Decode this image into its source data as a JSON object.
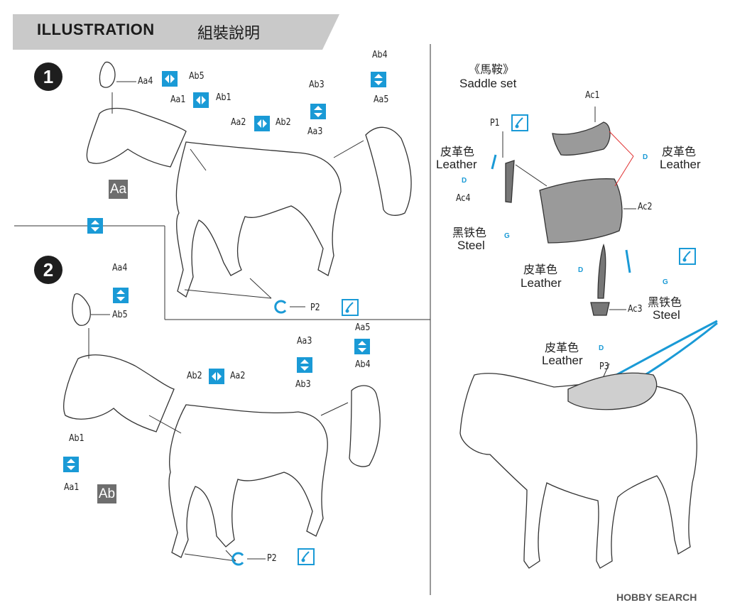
{
  "header": {
    "title_en": "ILLUSTRATION",
    "title_cn": "組裝說明"
  },
  "steps": [
    {
      "number": "1"
    },
    {
      "number": "2"
    }
  ],
  "step1": {
    "sprue": "Aa",
    "labels": {
      "aa4": "Aa4",
      "ab5": "Ab5",
      "aa1": "Aa1",
      "ab1": "Ab1",
      "aa2": "Aa2",
      "ab2": "Ab2",
      "ab3": "Ab3",
      "aa3": "Aa3",
      "ab4": "Ab4",
      "aa5": "Aa5",
      "p2": "P2"
    }
  },
  "step2": {
    "sprue": "Ab",
    "labels": {
      "aa4": "Aa4",
      "ab5": "Ab5",
      "ab2": "Ab2",
      "aa2": "Aa2",
      "aa3": "Aa3",
      "ab3": "Ab3",
      "aa5": "Aa5",
      "ab4": "Ab4",
      "ab1": "Ab1",
      "aa1": "Aa1",
      "p2": "P2"
    }
  },
  "saddle": {
    "title_cn": "《馬鞍》",
    "title_en": "Saddle set",
    "parts": {
      "ac1": "Ac1",
      "ac2": "Ac2",
      "ac3": "Ac3",
      "ac4": "Ac4",
      "p1": "P1",
      "p3": "P3"
    },
    "colors": {
      "leather_cn": "皮革色",
      "leather_en": "Leather",
      "steel_cn": "黑铁色",
      "steel_en": "Steel",
      "code_d": "D",
      "code_g": "G"
    }
  },
  "watermark": "HOBBY SEARCH",
  "accent_color": "#1a9ad6"
}
